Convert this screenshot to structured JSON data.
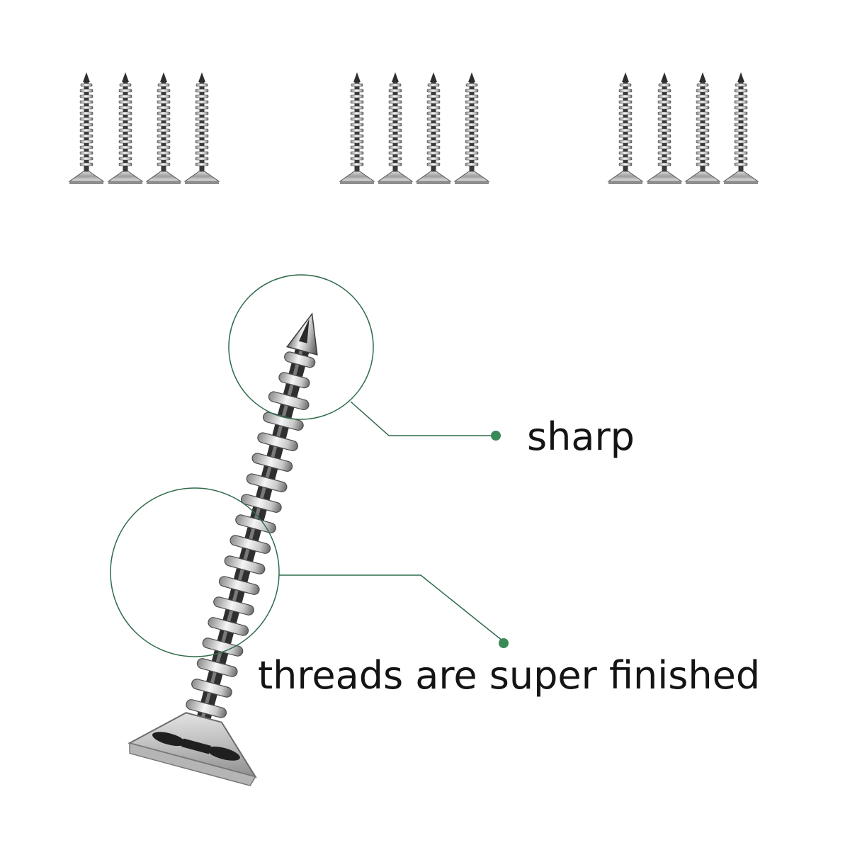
{
  "callouts": {
    "sharp": {
      "label": "sharp"
    },
    "threads": {
      "label": "threads are super finished"
    }
  },
  "colors": {
    "background": "#ffffff",
    "callout_line": "#2f6b4a",
    "callout_dot": "#3a8a57",
    "metal_light": "#e8e8e8",
    "metal_mid": "#a9a9a9",
    "metal_dark": "#3a3a3a",
    "text": "#141414"
  },
  "icons": {
    "small_screw": "screw-icon",
    "large_screw": "screw-illustration",
    "callout_circle": "magnifier-circle"
  },
  "screw_groups": {
    "count": 3,
    "screws_per_group": 4
  }
}
